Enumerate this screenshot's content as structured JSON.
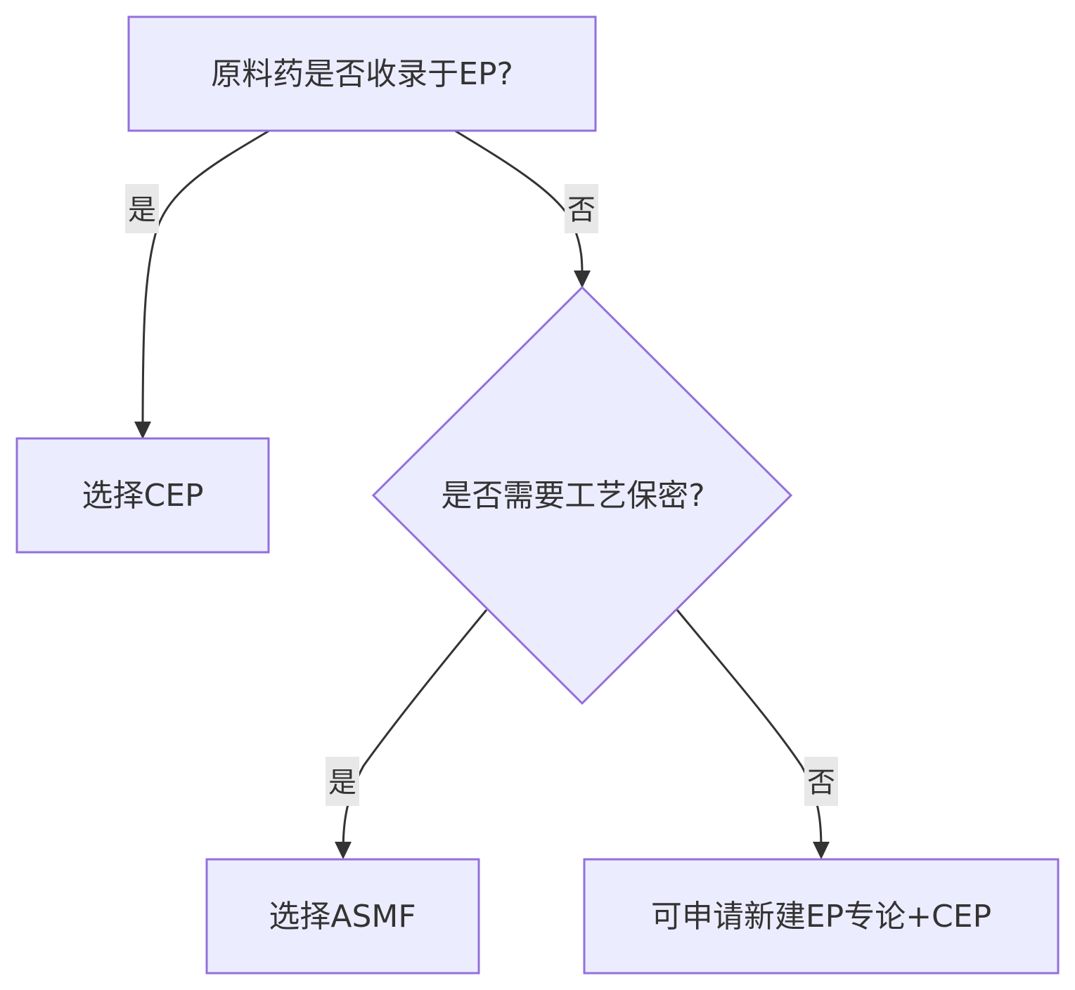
{
  "diagram": {
    "type": "flowchart",
    "colors": {
      "node_fill": "#ececff",
      "node_stroke": "#9370db",
      "edge": "#333333",
      "label_bg": "#e8e8e8",
      "text": "#333333"
    },
    "nodes": {
      "q1": {
        "label": "原料药是否收录于EP?",
        "shape": "rect"
      },
      "cep": {
        "label": "选择CEP",
        "shape": "rect"
      },
      "q2": {
        "label": "是否需要工艺保密?",
        "shape": "diamond"
      },
      "asmf": {
        "label": "选择ASMF",
        "shape": "rect"
      },
      "newep": {
        "label": "可申请新建EP专论+CEP",
        "shape": "rect"
      }
    },
    "edges": {
      "q1_cep": {
        "from": "q1",
        "to": "cep",
        "label": "是"
      },
      "q1_q2": {
        "from": "q1",
        "to": "q2",
        "label": "否"
      },
      "q2_asmf": {
        "from": "q2",
        "to": "asmf",
        "label": "是"
      },
      "q2_newep": {
        "from": "q2",
        "to": "newep",
        "label": "否"
      }
    }
  }
}
